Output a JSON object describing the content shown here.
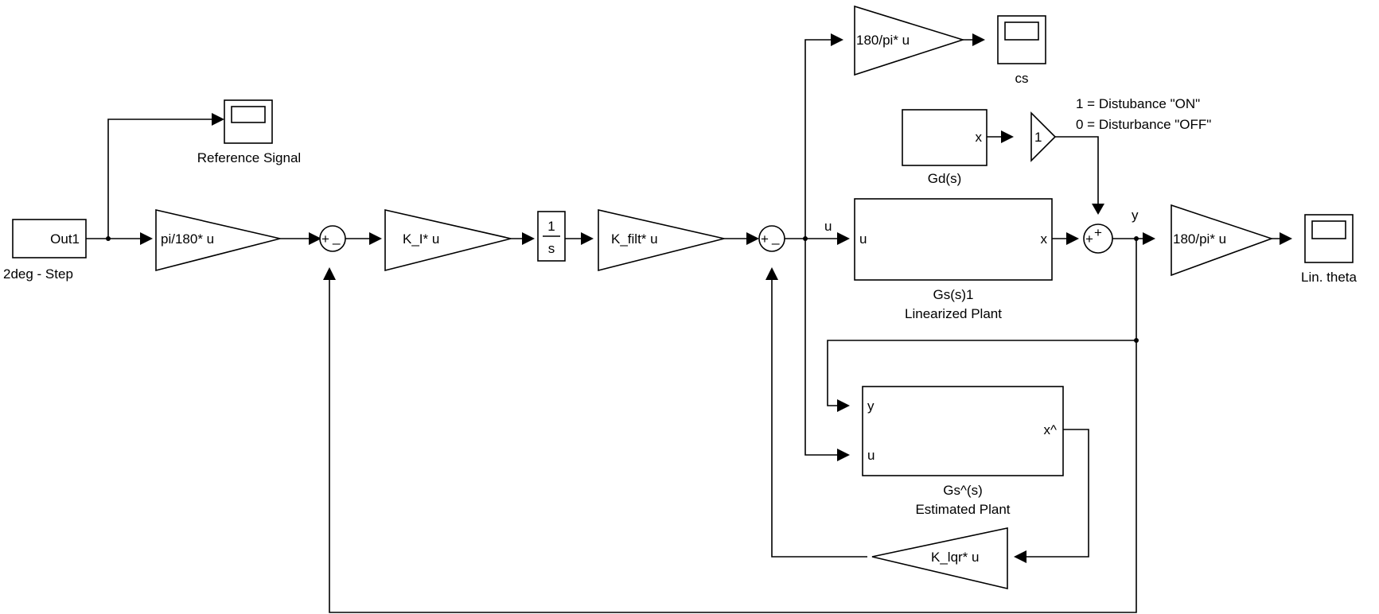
{
  "blocks": {
    "step": {
      "label": "Out1",
      "caption": "2deg - Step"
    },
    "gain_pi180": {
      "label": "pi/180* u"
    },
    "gain_ki": {
      "label": "K_I* u"
    },
    "integrator": {
      "num": "1",
      "den": "s"
    },
    "gain_kfilt": {
      "label": "K_filt* u"
    },
    "gain_cs": {
      "label": "180/pi* u"
    },
    "gain_lin": {
      "label": "180/pi* u"
    },
    "gain_dist": {
      "label": "1"
    },
    "gain_klqr": {
      "label": "K_lqr* u"
    },
    "gd": {
      "port_out": "x",
      "caption": "Gd(s)"
    },
    "plant": {
      "port_in": "u",
      "port_out": "x",
      "caption1": "Gs(s)1",
      "caption2": "Linearized Plant"
    },
    "est_plant": {
      "port_y": "y",
      "port_u": "u",
      "port_out": "x^",
      "caption1": "Gs^(s)",
      "caption2": "Estimated Plant"
    }
  },
  "scopes": {
    "reference": {
      "caption": "Reference Signal"
    },
    "cs": {
      "caption": "cs"
    },
    "lin_theta": {
      "caption": "Lin. theta"
    }
  },
  "sums": {
    "sum1": {
      "plus": "+",
      "minus": "_"
    },
    "sum2": {
      "plus": "+",
      "minus": "_"
    },
    "sum3": {
      "plus1": "+",
      "plus2": "+"
    }
  },
  "signals": {
    "u": "u",
    "y": "y"
  },
  "annotations": {
    "dist_on": "1 = Distubance \"ON\"",
    "dist_off": "0 = Disturbance \"OFF\""
  }
}
